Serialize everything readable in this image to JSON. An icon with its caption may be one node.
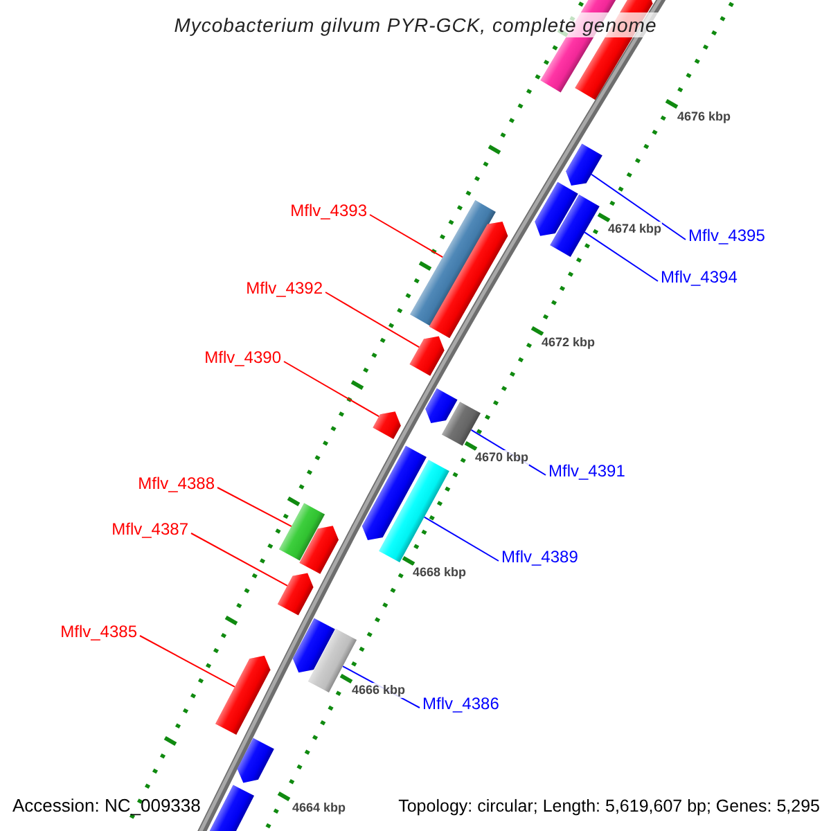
{
  "diagram": {
    "title": "Mycobacterium gilvum PYR-GCK, complete genome",
    "nodes": [
      {
        "text": [
          "Mflv_4393"
        ]
      },
      {
        "text": [
          "Mflv_4395"
        ]
      },
      {
        "text": [
          "Mflv_4394"
        ]
      },
      {
        "text": [
          "Mflv_4392"
        ]
      },
      {
        "text": [
          "Mflv_4390"
        ]
      },
      {
        "text": [
          "Mflv_4391"
        ]
      },
      {
        "text": [
          "Mflv_4388"
        ]
      },
      {
        "text": [
          "Mflv_4387"
        ]
      },
      {
        "text": [
          "Mflv_4389"
        ]
      },
      {
        "text": [
          "Mflv_4385"
        ]
      },
      {
        "text": [
          "Mflv_4386"
        ]
      },
      {
        "text": [],
        "shape": "bar"
      },
      {
        "text": [],
        "shape": "bar"
      },
      {
        "text": [],
        "shape": "bar"
      },
      {
        "text": [],
        "shape": "bar"
      },
      {
        "text": [],
        "shape": "bar"
      },
      {
        "text": [],
        "shape": "bar"
      },
      {
        "text": [],
        "shape": "bar"
      },
      {
        "text": [],
        "shape": "bar"
      },
      {
        "text": [],
        "shape": "bar"
      },
      {
        "text": [],
        "shape": "bar"
      },
      {
        "text": [],
        "shape": "bar"
      },
      {
        "text": [],
        "shape": "bar"
      },
      {
        "text": [],
        "shape": "bar"
      },
      {
        "text": [],
        "shape": "bar"
      },
      {
        "text": [],
        "shape": "bar"
      },
      {
        "text": [],
        "shape": "bar"
      },
      {
        "text": [],
        "shape": "bar"
      },
      {
        "text": [],
        "shape": "bar"
      },
      {
        "text": [],
        "shape": "bar"
      },
      {
        "text": [],
        "shape": "bar"
      },
      {
        "text": [],
        "shape": "bar"
      }
    ],
    "edges": [
      {
        "from": 0,
        "to": 16,
        "arrow": "none"
      },
      {
        "from": 1,
        "to": 13,
        "arrow": "none",
        "color": "#0000ff"
      },
      {
        "from": 2,
        "to": 15,
        "arrow": "none",
        "color": "#0000ff"
      },
      {
        "from": 3,
        "to": 18,
        "arrow": "none"
      },
      {
        "from": 4,
        "to": 20,
        "arrow": "none"
      },
      {
        "from": 5,
        "to": 21,
        "arrow": "none",
        "color": "#0000ff"
      },
      {
        "from": 6,
        "to": 24,
        "arrow": "none"
      },
      {
        "from": 7,
        "to": 26,
        "arrow": "none"
      },
      {
        "from": 8,
        "to": 23,
        "arrow": "none",
        "color": "#0000ff"
      },
      {
        "from": 9,
        "to": 29,
        "arrow": "none"
      },
      {
        "from": 10,
        "to": 28,
        "arrow": "none",
        "color": "#0000ff"
      }
    ],
    "labels": [
      "4676 kbp",
      "4674 kbp",
      "4672 kbp",
      "4670 kbp",
      "4668 kbp",
      "4666 kbp",
      "4664 kbp",
      "Accession: NC_009338",
      "Topology: circular; Length: 5,619,607 bp; Genes: 5,295"
    ]
  }
}
